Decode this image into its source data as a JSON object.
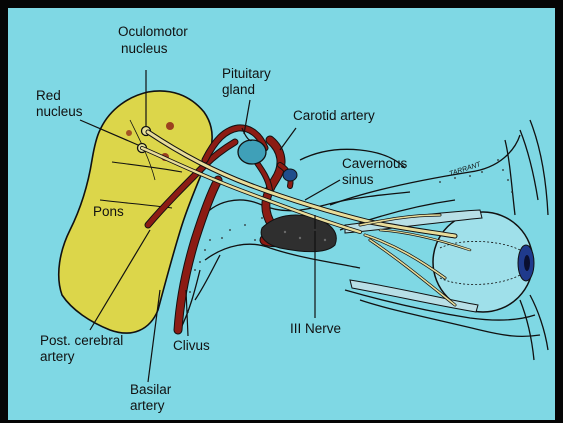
{
  "labels": {
    "oculomotor_nucleus": [
      "Oculomotor",
      "nucleus"
    ],
    "red_nucleus": [
      "Red",
      "nucleus"
    ],
    "pituitary_gland": [
      "Pituitary",
      "gland"
    ],
    "carotid_artery": [
      "Carotid artery"
    ],
    "cavernous_sinus": [
      "Cavernous",
      "sinus"
    ],
    "pons": [
      "Pons"
    ],
    "post_cerebral_artery": [
      "Post. cerebral",
      "artery"
    ],
    "clivus": [
      "Clivus"
    ],
    "basilar_artery": [
      "Basilar",
      "artery"
    ],
    "iii_nerve": [
      "III Nerve"
    ]
  },
  "signature": "TARRANT",
  "colors": {
    "background": "#7fd8e4",
    "brainstem": "#dcd64a",
    "artery": "#8c1c14",
    "nerve": "#e8dc9a",
    "outline": "#111111"
  }
}
